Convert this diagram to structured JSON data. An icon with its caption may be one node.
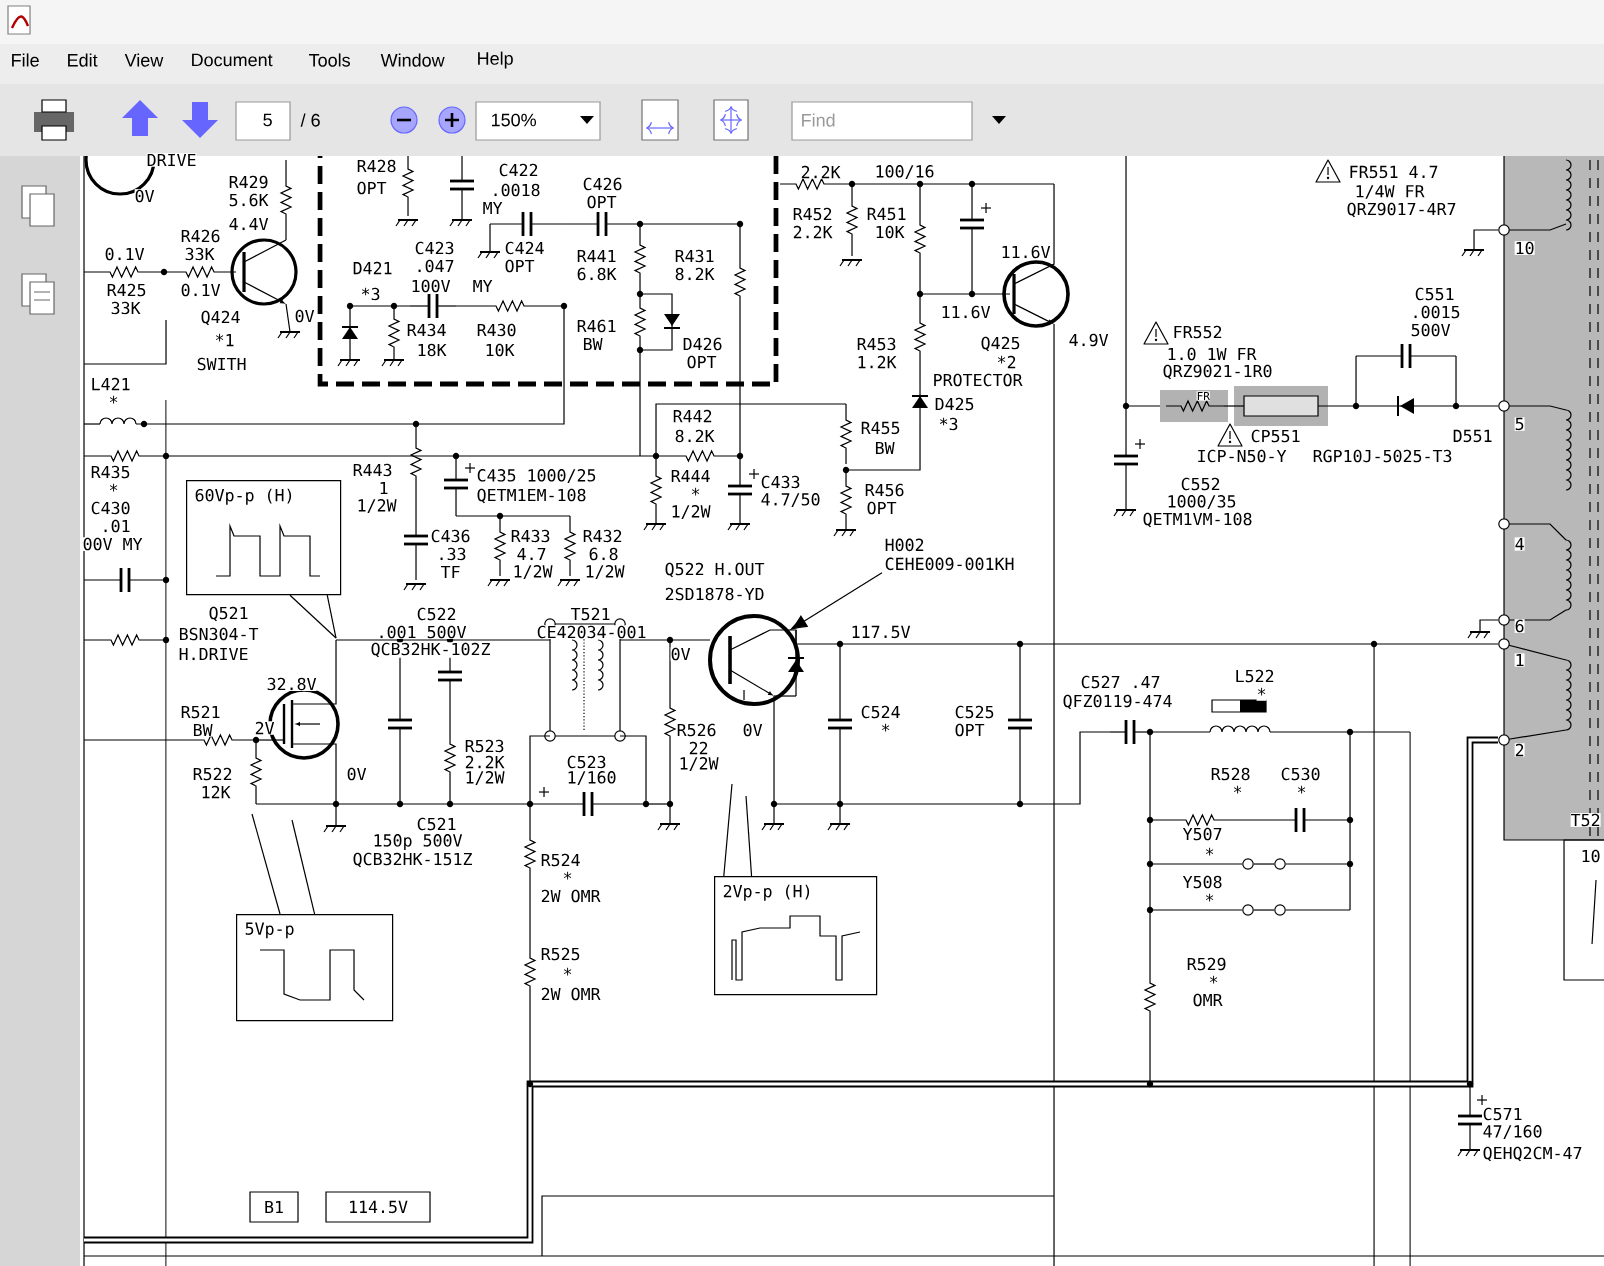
{
  "diagram": {
    "nodes": [
      {
        "text": [
          "60Vp-p (H)"
        ]
      },
      {
        "text": [
          "5Vp-p"
        ]
      },
      {
        "text": [
          "2Vp-p (H)"
        ]
      },
      {
        "text": [
          "B1"
        ]
      },
      {
        "text": [
          "114.5V"
        ]
      },
      {
        "text": [
          "H002",
          "CEHE009-001KH"
        ]
      },
      {
        "text": [],
        "shape": "circle"
      }
    ],
    "edges": [
      {
        "from": 0,
        "to": null,
        "arrow": "none"
      },
      {
        "from": 0,
        "to": null,
        "arrow": "none"
      },
      {
        "from": 1,
        "to": null,
        "arrow": "none"
      },
      {
        "from": 1,
        "to": null,
        "arrow": "none"
      },
      {
        "from": 2,
        "to": null,
        "arrow": "none"
      },
      {
        "from": 2,
        "to": null,
        "arrow": "none"
      },
      {
        "from": 5,
        "to": 6,
        "arrow": "to"
      }
    ],
    "labels": [
      "File",
      "Edit",
      "View",
      "Document",
      "Tools",
      "Window",
      "Help",
      "5",
      "/ 6",
      "150%",
      "Find",
      "DRIVE",
      "0V",
      "R429",
      "5.6K",
      "4.4V",
      "0.1V",
      "R426",
      "33K",
      "R425",
      "33K",
      "0.1V",
      "Q424",
      "*1",
      "SWITH",
      "0V",
      "R428",
      "OPT",
      "C422",
      ".0018",
      "MY",
      "C426",
      "OPT",
      "C423",
      "C424",
      "R441",
      "R431",
      "D421",
      ".047",
      "OPT",
      "6.8K",
      "8.2K",
      "100V",
      "MY",
      "*3",
      "R434",
      "18K",
      "R430",
      "10K",
      "R461",
      "BW",
      "D426",
      "OPT",
      "2.2K",
      "100/16",
      "R452",
      "2.2K",
      "R451",
      "10K",
      "11.6V",
      "11.6V",
      "R453",
      "1.2K",
      "Q425",
      "*2",
      "PROTECTOR",
      "4.9V",
      "D425",
      "R455",
      "*3",
      "BW",
      "R456",
      "OPT",
      "FR551 4.7",
      "1/4W FR",
      "QRZ9017-4R7",
      "10",
      "C551",
      ".0015",
      "FR552",
      "500V",
      "1.0 1W FR",
      "QRZ9021-1R0",
      "FR",
      "CP551",
      "ICP-N50-Y",
      "D551",
      "RGP10J-5025-T3",
      "5",
      "C552",
      "1000/35",
      "QETM1VM-108",
      "L421",
      "*",
      "R435",
      "*",
      "C430",
      ".01",
      "00V MY",
      "R443",
      "1",
      "1/2W",
      "C435 1000/25",
      "QETM1EM-108",
      "R442",
      "8.2K",
      "R444",
      "*",
      "1/2W",
      "C433",
      "4.7/50",
      "4",
      "C436",
      ".33",
      "TF",
      "R433",
      "4.7",
      "1/2W",
      "R432",
      "6.8",
      "1/2W",
      "Q522 H.OUT",
      "2SD1878-YD",
      "6",
      "Q521",
      "BSN304-T",
      "H.DRIVE",
      "C522",
      ".001 500V",
      "QCB32HK-102Z",
      "T521",
      "CE42034-001",
      "0V",
      "117.5V",
      "1",
      "C527 .47",
      "QFZ0119-474",
      "L522",
      "*",
      "32.8V",
      "R521",
      "C524",
      "C525",
      "BW",
      "2V",
      "R526",
      "0V",
      "*",
      "OPT",
      "R523",
      "22",
      "2",
      "2.2K",
      "C523",
      "1/2W",
      "R522",
      "0V",
      "1/2W",
      "1/160",
      "R528",
      "C530",
      "12K",
      "*",
      "*",
      "T52",
      "10",
      "C521",
      "150p 500V",
      "QCB32HK-151Z",
      "Y507",
      "*",
      "R524",
      "*",
      "2W OMR",
      "Y508",
      "*",
      "R525",
      "*",
      "2W OMR",
      "R529",
      "*",
      "OMR",
      "C571",
      "47/160",
      "QEHQ2CM-47"
    ]
  }
}
